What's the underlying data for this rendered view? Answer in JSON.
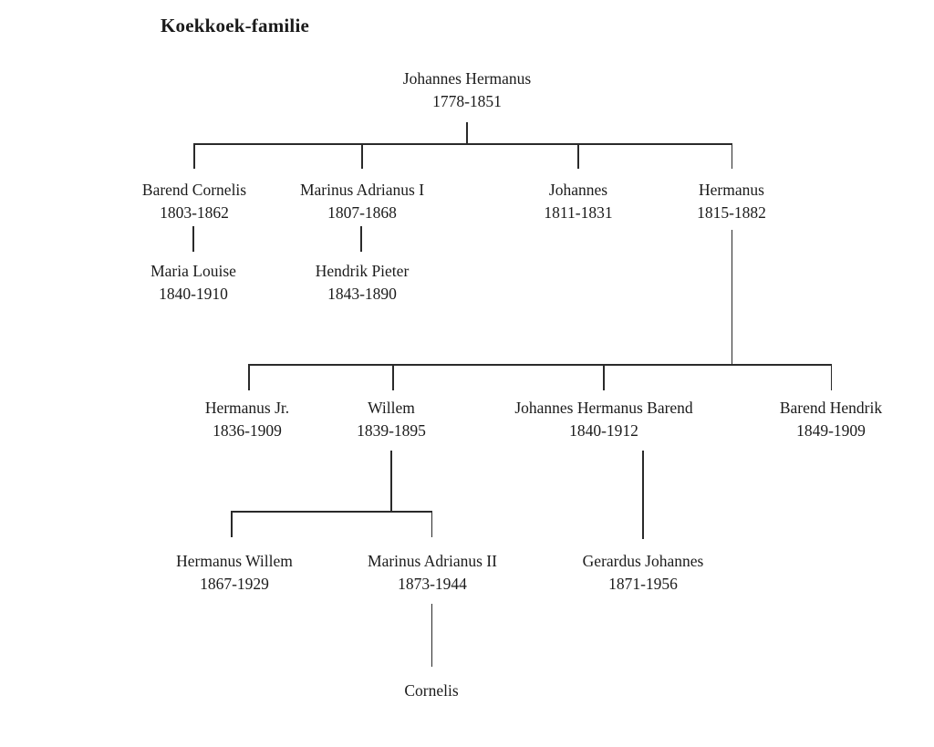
{
  "title": "Koekkoek-familie",
  "colors": {
    "background": "#ffffff",
    "text": "#1b1b1b",
    "line": "#2a2a2a"
  },
  "tree": {
    "name": "Johannes Hermanus",
    "years": "1778-1851",
    "children": [
      {
        "name": "Barend Cornelis",
        "years": "1803-1862",
        "children": [
          {
            "name": "Maria Louise",
            "years": "1840-1910",
            "children": []
          }
        ]
      },
      {
        "name": "Marinus Adrianus I",
        "years": "1807-1868",
        "children": [
          {
            "name": "Hendrik Pieter",
            "years": "1843-1890",
            "children": []
          }
        ]
      },
      {
        "name": "Johannes",
        "years": "1811-1831",
        "children": []
      },
      {
        "name": "Hermanus",
        "years": "1815-1882",
        "children": [
          {
            "name": "Hermanus Jr.",
            "years": "1836-1909",
            "children": []
          },
          {
            "name": "Willem",
            "years": "1839-1895",
            "children": [
              {
                "name": "Hermanus Willem",
                "years": "1867-1929",
                "children": []
              },
              {
                "name": "Marinus Adrianus II",
                "years": "1873-1944",
                "children": [
                  {
                    "name": "Cornelis",
                    "years": "",
                    "children": []
                  }
                ]
              }
            ]
          },
          {
            "name": "Johannes Hermanus Barend",
            "years": "1840-1912",
            "children": [
              {
                "name": "Gerardus Johannes",
                "years": "1871-1956",
                "children": []
              }
            ]
          },
          {
            "name": "Barend Hendrik",
            "years": "1849-1909",
            "children": []
          }
        ]
      }
    ]
  }
}
